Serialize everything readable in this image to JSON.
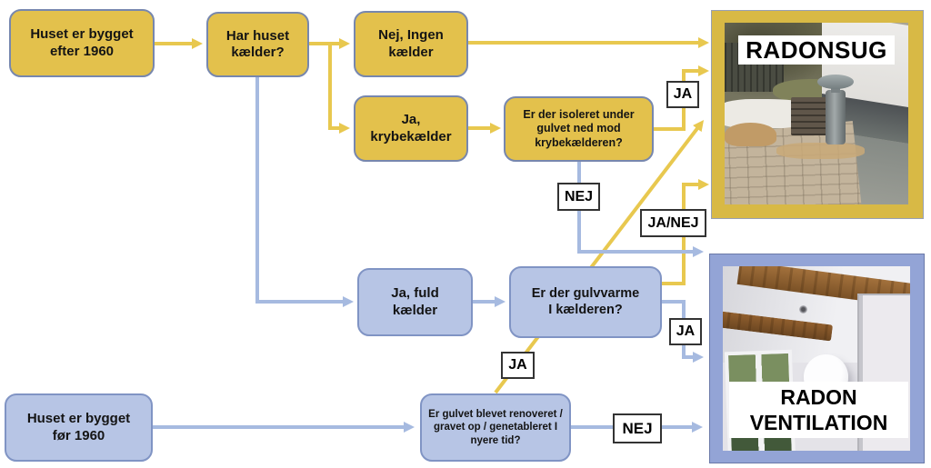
{
  "flowchart": {
    "nodes": [
      {
        "id": "built-after-1960",
        "variant": "yellow",
        "label": "Huset er bygget efter 1960"
      },
      {
        "id": "has-basement",
        "variant": "yellow",
        "label": "Har huset kælder?"
      },
      {
        "id": "no-basement",
        "variant": "yellow",
        "label": "Nej, Ingen kælder"
      },
      {
        "id": "crawl-space",
        "variant": "yellow",
        "label": "Ja, krybekælder"
      },
      {
        "id": "insulated-under-floor",
        "variant": "yellow",
        "label": "Er der isoleret under gulvet ned mod krybekælderen?"
      },
      {
        "id": "full-basement",
        "variant": "blue",
        "label": "Ja, fuld kælder"
      },
      {
        "id": "floor-heating",
        "variant": "blue",
        "label": "Er der gulvvarme I kælderen?"
      },
      {
        "id": "built-before-1960",
        "variant": "blue",
        "label": "Huset er bygget før 1960"
      },
      {
        "id": "floor-renovated",
        "variant": "blue",
        "label": "Er gulvet blevet renoveret / gravet op / genetableret I nyere tid?"
      }
    ],
    "edges": [
      {
        "from": "built-after-1960",
        "to": "has-basement",
        "label": ""
      },
      {
        "from": "has-basement",
        "to": "no-basement",
        "label": ""
      },
      {
        "from": "has-basement",
        "to": "crawl-space",
        "label": ""
      },
      {
        "from": "has-basement",
        "to": "full-basement",
        "label": ""
      },
      {
        "from": "no-basement",
        "to": "radonsug",
        "label": ""
      },
      {
        "from": "crawl-space",
        "to": "insulated-under-floor",
        "label": ""
      },
      {
        "from": "insulated-under-floor",
        "to": "radonsug",
        "label": "JA"
      },
      {
        "from": "insulated-under-floor",
        "to": "radon-ventilation",
        "label": "NEJ"
      },
      {
        "from": "full-basement",
        "to": "floor-heating",
        "label": ""
      },
      {
        "from": "floor-heating",
        "to": "radonsug",
        "label": "JA/NEJ"
      },
      {
        "from": "floor-heating",
        "to": "radon-ventilation",
        "label": "JA"
      },
      {
        "from": "built-before-1960",
        "to": "floor-renovated",
        "label": ""
      },
      {
        "from": "floor-renovated",
        "to": "radonsug",
        "label": "JA"
      },
      {
        "from": "floor-renovated",
        "to": "radon-ventilation",
        "label": "NEJ"
      }
    ],
    "outcomes": {
      "radonsug": {
        "label": "RADONSUG"
      },
      "ventilation": {
        "label": "RADON VENTILATION"
      }
    },
    "colors": {
      "yellow_node": "#e3c14c",
      "yellow_line": "#e8c84f",
      "blue_node": "#b7c5e5",
      "blue_line": "#a6bae0",
      "yellow_frame": "#d8b945",
      "blue_frame": "#93a4d6"
    }
  }
}
